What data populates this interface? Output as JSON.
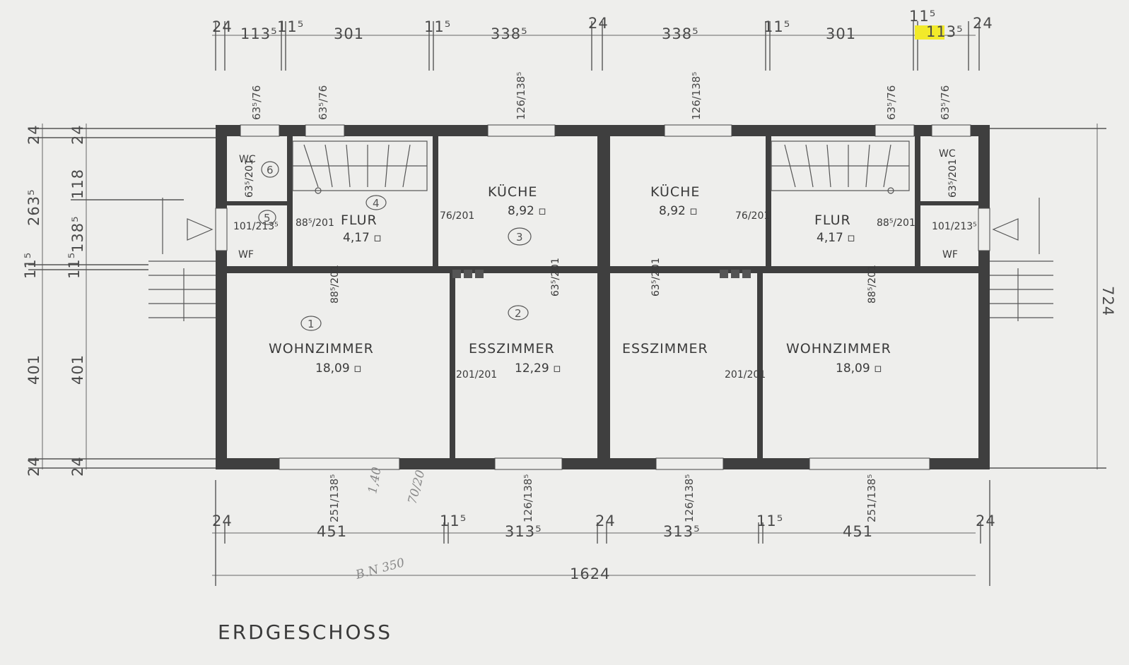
{
  "drawing_title": "ERDGESCHOSS",
  "dims_top": [
    "24",
    "113⁵",
    "11⁵",
    "301",
    "11⁵",
    "338⁵",
    "24",
    "338⁵",
    "11⁵",
    "301",
    "11⁵",
    "113⁵",
    "24"
  ],
  "dims_bottom": [
    "24",
    "451",
    "11⁵",
    "313⁵",
    "24",
    "313⁵",
    "11⁵",
    "451",
    "24"
  ],
  "dim_overall": "1624",
  "dims_left_outer": [
    "24",
    "263⁵",
    "11⁵",
    "401",
    "24"
  ],
  "dims_left_inner": [
    "24",
    "118",
    "138⁵",
    "11⁵",
    "401",
    "24"
  ],
  "dim_right": "724",
  "rooms": [
    {
      "name": "WOHNZIMMER",
      "area": "18,09 ▫",
      "number": "1"
    },
    {
      "name": "ESSZIMMER",
      "area": "12,29 ▫",
      "number": "2"
    },
    {
      "name": "KÜCHE",
      "area": "8,92 ▫",
      "number": "3"
    },
    {
      "name": "FLUR",
      "area": "4,17 ▫",
      "number": "4"
    },
    {
      "name": "WF",
      "number": "5"
    },
    {
      "name": "WC",
      "number": "6"
    },
    {
      "name": "KÜCHE",
      "area": "8,92 ▫"
    },
    {
      "name": "ESSZIMMER",
      "area": ""
    },
    {
      "name": "WOHNZIMMER",
      "area": "18,09 ▫"
    },
    {
      "name": "FLUR",
      "area": "4,17 ▫"
    },
    {
      "name": "WC"
    },
    {
      "name": "WF"
    }
  ],
  "openings_top": [
    "63⁵/76",
    "63⁵/76",
    "126/138⁵",
    "126/138⁵",
    "63⁵/76",
    "63⁵/76"
  ],
  "openings_bottom": [
    "251/138⁵",
    "126/138⁵",
    "126/138⁵",
    "251/138⁵"
  ],
  "door_labels": {
    "door_1": "76/201",
    "door_2": "76/201",
    "flur_1": "88⁵/201",
    "flur_2": "88⁵/201",
    "wf_1": "101/213⁵",
    "wf_2": "101/213⁵",
    "wc_1": "63⁵/201",
    "wc_2": "63⁵/201",
    "wohn_1": "88⁵/201",
    "wohn_2": "88⁵/201",
    "ess_1": "63⁵/201",
    "ess_2": "63⁵/201",
    "pass_1": "201/201",
    "pass_2": "201/201"
  },
  "annotations": {
    "hand_1": "1,40",
    "hand_2": "70/20",
    "stamp": "B.N 350"
  },
  "highlight_color": "#f2ea2a"
}
